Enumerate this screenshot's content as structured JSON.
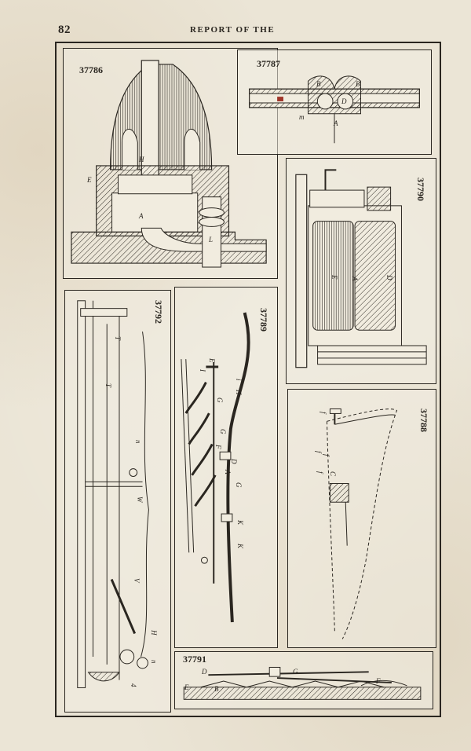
{
  "page": {
    "number": "82",
    "running_head": "REPORT OF THE"
  },
  "figures": [
    {
      "id": "fig-37786",
      "patent_number": "37786",
      "labels": [
        "H",
        "E",
        "A",
        "L"
      ]
    },
    {
      "id": "fig-37787",
      "patent_number": "37787",
      "labels": [
        "B",
        "B",
        "D",
        "m",
        "A"
      ]
    },
    {
      "id": "fig-37790",
      "patent_number": "37790",
      "labels": [
        "E",
        "A",
        "D"
      ]
    },
    {
      "id": "fig-37792",
      "patent_number": "37792",
      "labels": [
        "T",
        "T",
        "n",
        "W",
        "V",
        "H",
        "n",
        "4"
      ]
    },
    {
      "id": "fig-37789",
      "patent_number": "37789",
      "labels": [
        "E",
        "I",
        "H",
        "i",
        "G",
        "G",
        "F",
        "D",
        "A",
        "G",
        "K",
        "K"
      ]
    },
    {
      "id": "fig-37788",
      "patent_number": "37788",
      "labels": [
        "f",
        "f",
        "f",
        "f",
        "C"
      ]
    },
    {
      "id": "fig-37791",
      "patent_number": "37791",
      "labels": [
        "D",
        "G",
        "E",
        "B",
        "F"
      ]
    }
  ],
  "colors": {
    "paper": "#ebe5d6",
    "ink": "#2a2620"
  }
}
